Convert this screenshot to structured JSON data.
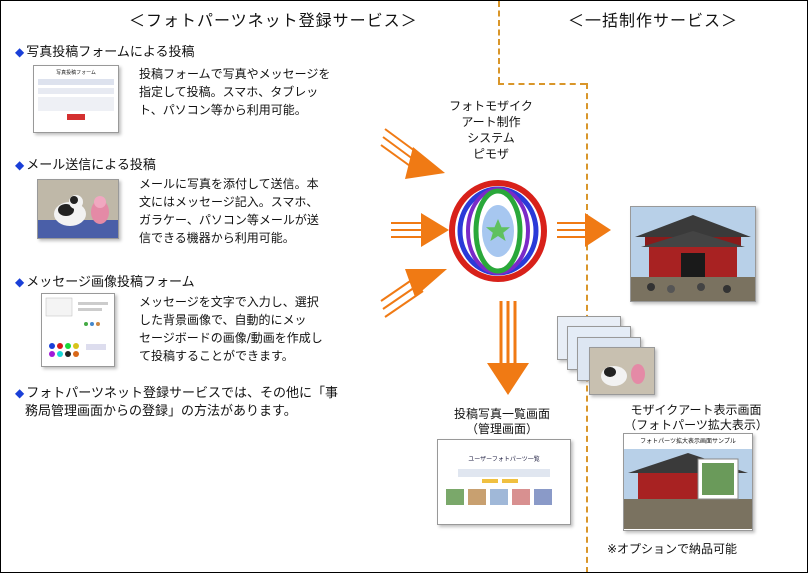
{
  "headers": {
    "left": "＜フォトパーツネット登録サービス＞",
    "right": "＜一括制作サービス＞"
  },
  "sections": [
    {
      "title": "写真投稿フォームによる投稿",
      "desc": [
        "投稿フォームで写真やメッセージを",
        "指定して投稿。スマホ、タブレッ",
        "ト、パソコン等から利用可能。"
      ]
    },
    {
      "title": "メール送信による投稿",
      "desc": [
        "メールに写真を添付して送信。本",
        "文にはメッセージ記入。スマホ、",
        "ガラケー、パソコン等メールが送",
        "信できる機器から利用可能。"
      ]
    },
    {
      "title": "メッセージ画像投稿フォーム",
      "desc": [
        "メッセージを文字で入力し、選択",
        "した背景画像で、自動的にメッ",
        "セージボードの画像/動画を作成し",
        "て投稿することができます。"
      ]
    }
  ],
  "note": [
    "フォトパーツネット登録サービスでは、その他に「事",
    "務局管理画面からの登録」の方法があります。"
  ],
  "center": [
    "フォトモザイク",
    "アート制作",
    "システム",
    "ピモザ"
  ],
  "list_screen": {
    "label": [
      "投稿写真一覧画面",
      "（管理画面）"
    ],
    "inner_title": "ユーザーフォトパーツ一覧"
  },
  "mosaic_screen": {
    "label": [
      "モザイクアート表示画面",
      "（フォトパーツ拡大表示）"
    ],
    "inner_title": "フォトパーツ拡大表示画面サンプル"
  },
  "form_thumb_title": "写真投稿フォーム",
  "option_note": "※オプションで納品可能",
  "colors": {
    "bullet": "#1a3fd8",
    "arrow": "#f07a14",
    "dash": "#d9962a"
  }
}
